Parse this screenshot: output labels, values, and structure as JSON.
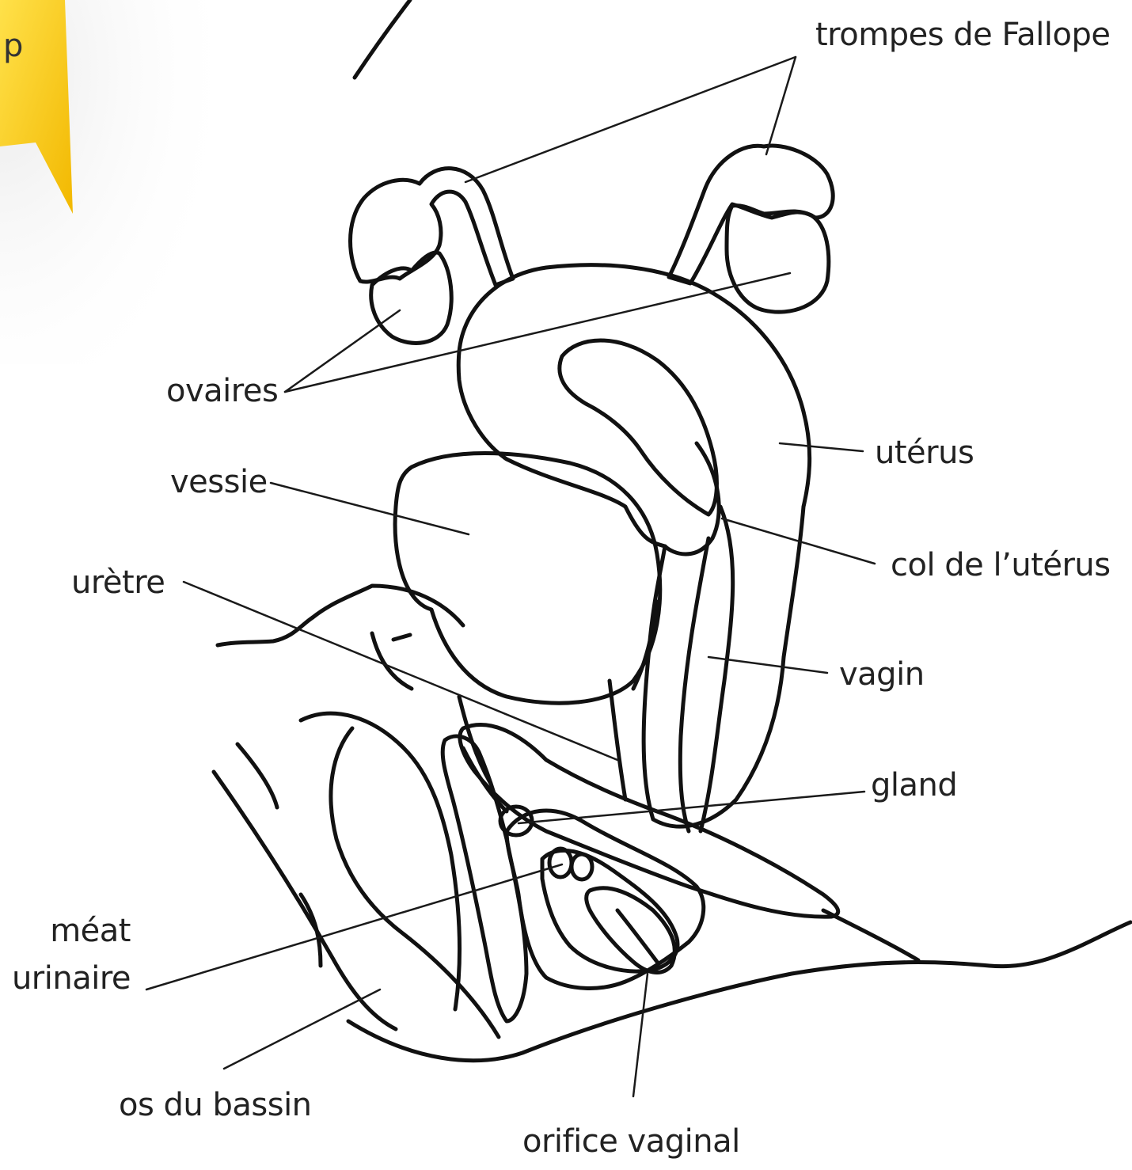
{
  "colors": {
    "turquoise": "#2fb6c0",
    "olive": "#7a7422",
    "yellow": "#f7cf1c",
    "red": "#e8482e",
    "outline": "#111111",
    "banner": "#f6c300"
  },
  "banner": {
    "text": "p"
  },
  "labels": {
    "trompes": "trompes de Fallope",
    "ovaires": "ovaires",
    "uterus": "utérus",
    "vessie": "vessie",
    "col": "col de l’utérus",
    "uretre": "urètre",
    "vagin": "vagin",
    "gland": "gland",
    "meat_line1": "méat",
    "meat_line2": "urinaire",
    "os": "os du bassin",
    "orifice": "orifice vaginal"
  }
}
